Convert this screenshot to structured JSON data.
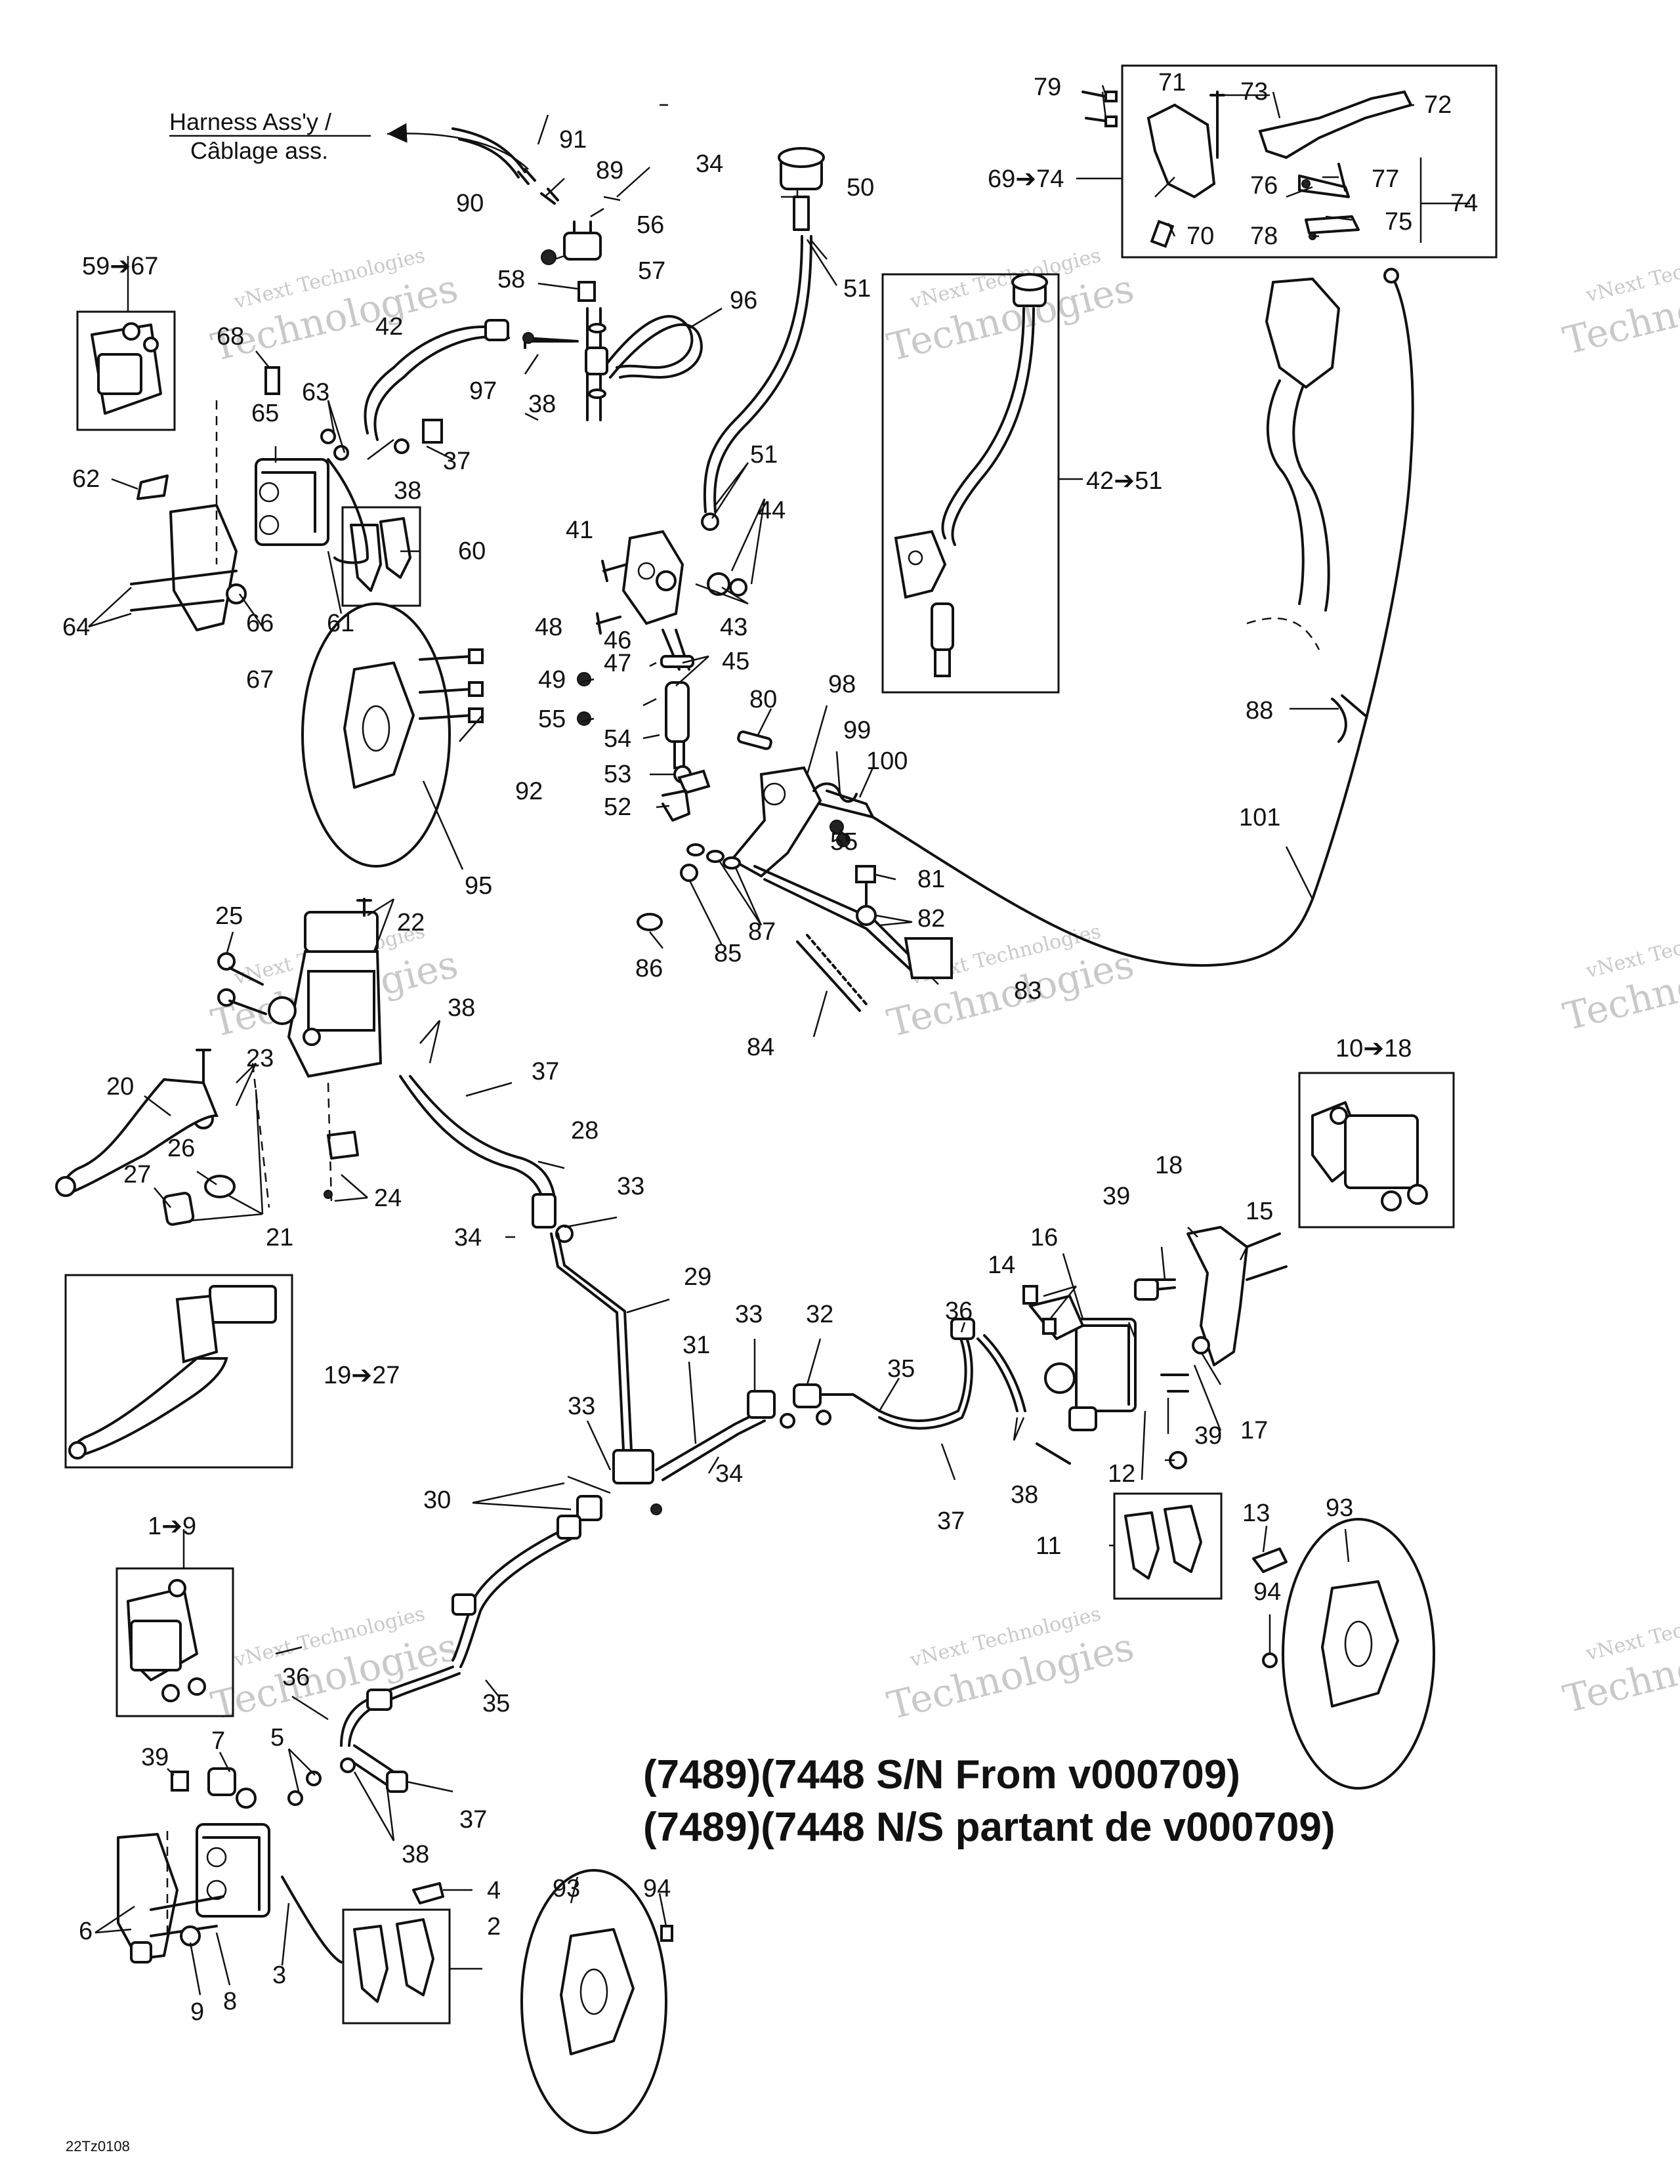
{
  "title": {
    "line1": "(7489)(7448 S/N From v000709)",
    "line2": "(7489)(7448 N/S partant de v000709)"
  },
  "harness_label": {
    "line1": "Harness Ass'y /",
    "line2": "Câblage ass."
  },
  "drawing_code": "22Tz0108",
  "watermark": {
    "line1": "vNext Technologies",
    "line2": "Technologies"
  },
  "callouts": {
    "c1_9": "1➔9",
    "c2": "2",
    "c3": "3",
    "c4": "4",
    "c5": "5",
    "c6": "6",
    "c7": "7",
    "c8": "8",
    "c9": "9",
    "c10_18": "10➔18",
    "c11": "11",
    "c12": "12",
    "c13": "13",
    "c14": "14",
    "c15": "15",
    "c16": "16",
    "c17": "17",
    "c18": "18",
    "c19_27": "19➔27",
    "c20": "20",
    "c21": "21",
    "c22": "22",
    "c23": "23",
    "c24": "24",
    "c25": "25",
    "c26": "26",
    "c27": "27",
    "c28": "28",
    "c29": "29",
    "c30": "30",
    "c31": "31",
    "c32": "32",
    "c33": "33",
    "c34": "34",
    "c35": "35",
    "c36": "36",
    "c37": "37",
    "c38": "38",
    "c39": "39",
    "c41": "41",
    "c42": "42",
    "c42_51": "42➔51",
    "c43": "43",
    "c44": "44",
    "c45": "45",
    "c46": "46",
    "c47": "47",
    "c48": "48",
    "c49": "49",
    "c50": "50",
    "c51": "51",
    "c52": "52",
    "c53": "53",
    "c54": "54",
    "c55": "55",
    "c56": "56",
    "c57": "57",
    "c58": "58",
    "c59_67": "59➔67",
    "c60": "60",
    "c61": "61",
    "c62": "62",
    "c63": "63",
    "c64": "64",
    "c65": "65",
    "c66": "66",
    "c67": "67",
    "c68": "68",
    "c69_74": "69➔74",
    "c70": "70",
    "c71": "71",
    "c72": "72",
    "c73": "73",
    "c74": "74",
    "c75": "75",
    "c76": "76",
    "c77": "77",
    "c78": "78",
    "c79": "79",
    "c80": "80",
    "c81": "81",
    "c82": "82",
    "c83": "83",
    "c84": "84",
    "c85": "85",
    "c86": "86",
    "c87": "87",
    "c88": "88",
    "c89": "89",
    "c90": "90",
    "c91": "91",
    "c92": "92",
    "c93": "93",
    "c94": "94",
    "c95": "95",
    "c96": "96",
    "c97": "97",
    "c98": "98",
    "c99": "99",
    "c100": "100",
    "c101": "101"
  }
}
